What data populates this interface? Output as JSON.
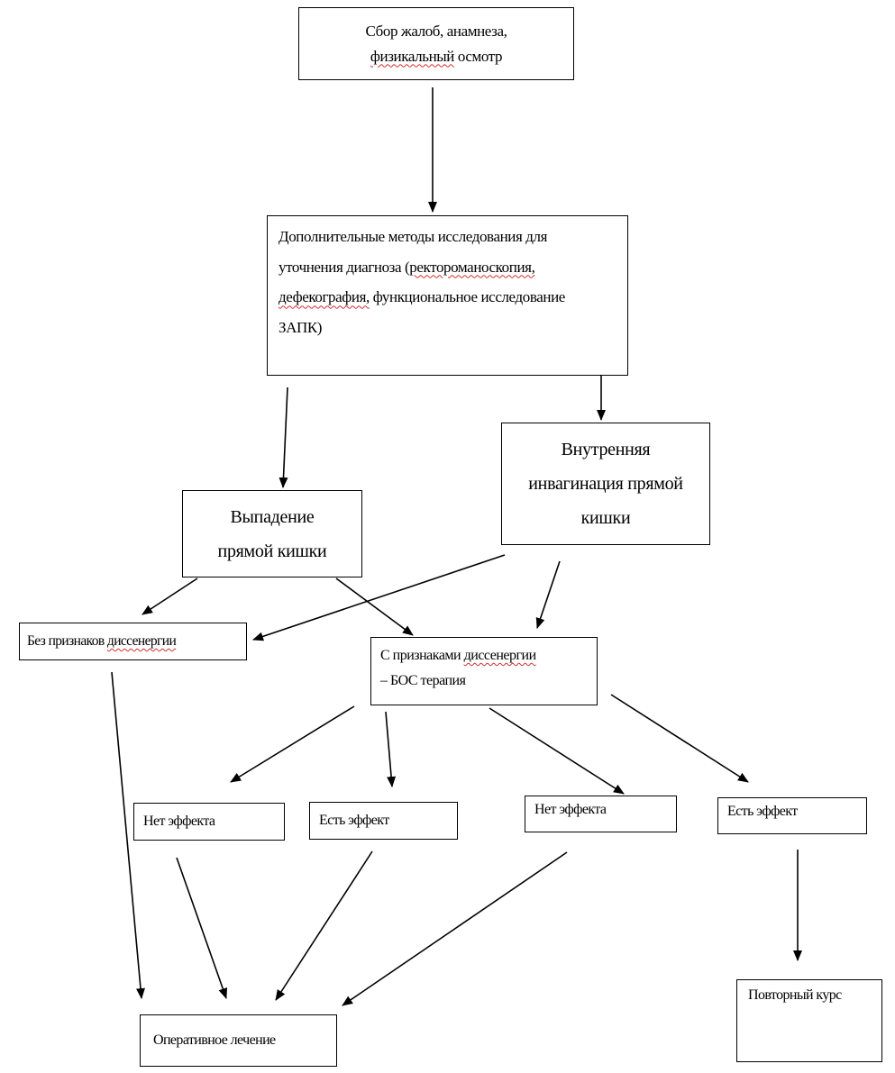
{
  "flowchart": {
    "complaints": {
      "line1": "Сбор жалоб, анамнеза,",
      "line2_word1": "физикальный",
      "line2_rest": " осмотр"
    },
    "methods": {
      "line1": "Дополнительные методы исследования для",
      "line2_pre": "уточнения диагноза (",
      "line2_word": "ректороманоскопия,",
      "line3_word": "дефекография,",
      "line3_rest": " функциональное исследование",
      "line4": "ЗАПК)"
    },
    "internal_invagination": {
      "line1": "Внутренняя",
      "line2": "инвагинация прямой",
      "line3": "кишки"
    },
    "rectal_prolapse": {
      "line1": "Выпадение",
      "line2": "прямой кишки"
    },
    "no_dyssynergia": {
      "pre": "Без признаков ",
      "word": "диссенергии"
    },
    "with_dyssynergia": {
      "pre": "С признаками ",
      "word": "диссенергии",
      "line2": "– БОС терапия"
    },
    "no_effect_1": "Нет эффекта",
    "effect_1": "Есть эффект",
    "no_effect_2": "Нет эффекта",
    "effect_2": "Есть эффект",
    "surgery": "Оперативное лечение",
    "repeat_course": "Повторный курс"
  }
}
